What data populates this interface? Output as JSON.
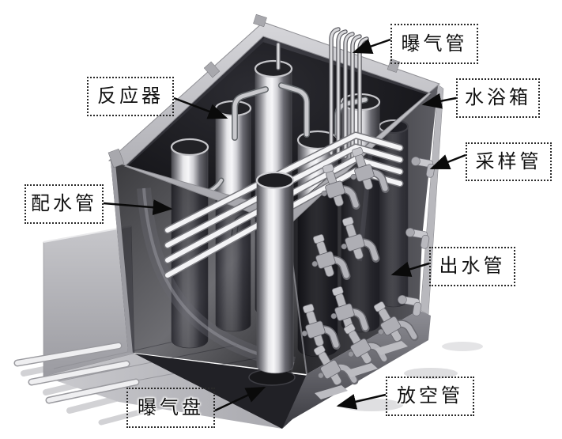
{
  "figure": {
    "type": "labeled-technical-illustration",
    "labels": [
      {
        "id": "aeration-pipe",
        "text": "曝气管"
      },
      {
        "id": "reactor",
        "text": "反应器"
      },
      {
        "id": "water-bath-tank",
        "text": "水浴箱"
      },
      {
        "id": "sampling-pipe",
        "text": "采样管"
      },
      {
        "id": "water-distribution-pipe",
        "text": "配水管"
      },
      {
        "id": "outlet-pipe",
        "text": "出水管"
      },
      {
        "id": "aeration-disc",
        "text": "曝气盘"
      },
      {
        "id": "vent-pipe",
        "text": "放空管"
      }
    ],
    "colors": {
      "background": "#ffffff",
      "label_text": "#111111",
      "label_border": "#2a2a2a",
      "arrow": "#0a0a0a",
      "tank_glass_dark": "#141418",
      "metal_light": "#c6c6ca",
      "metal_mid": "#9a9aa0"
    }
  }
}
